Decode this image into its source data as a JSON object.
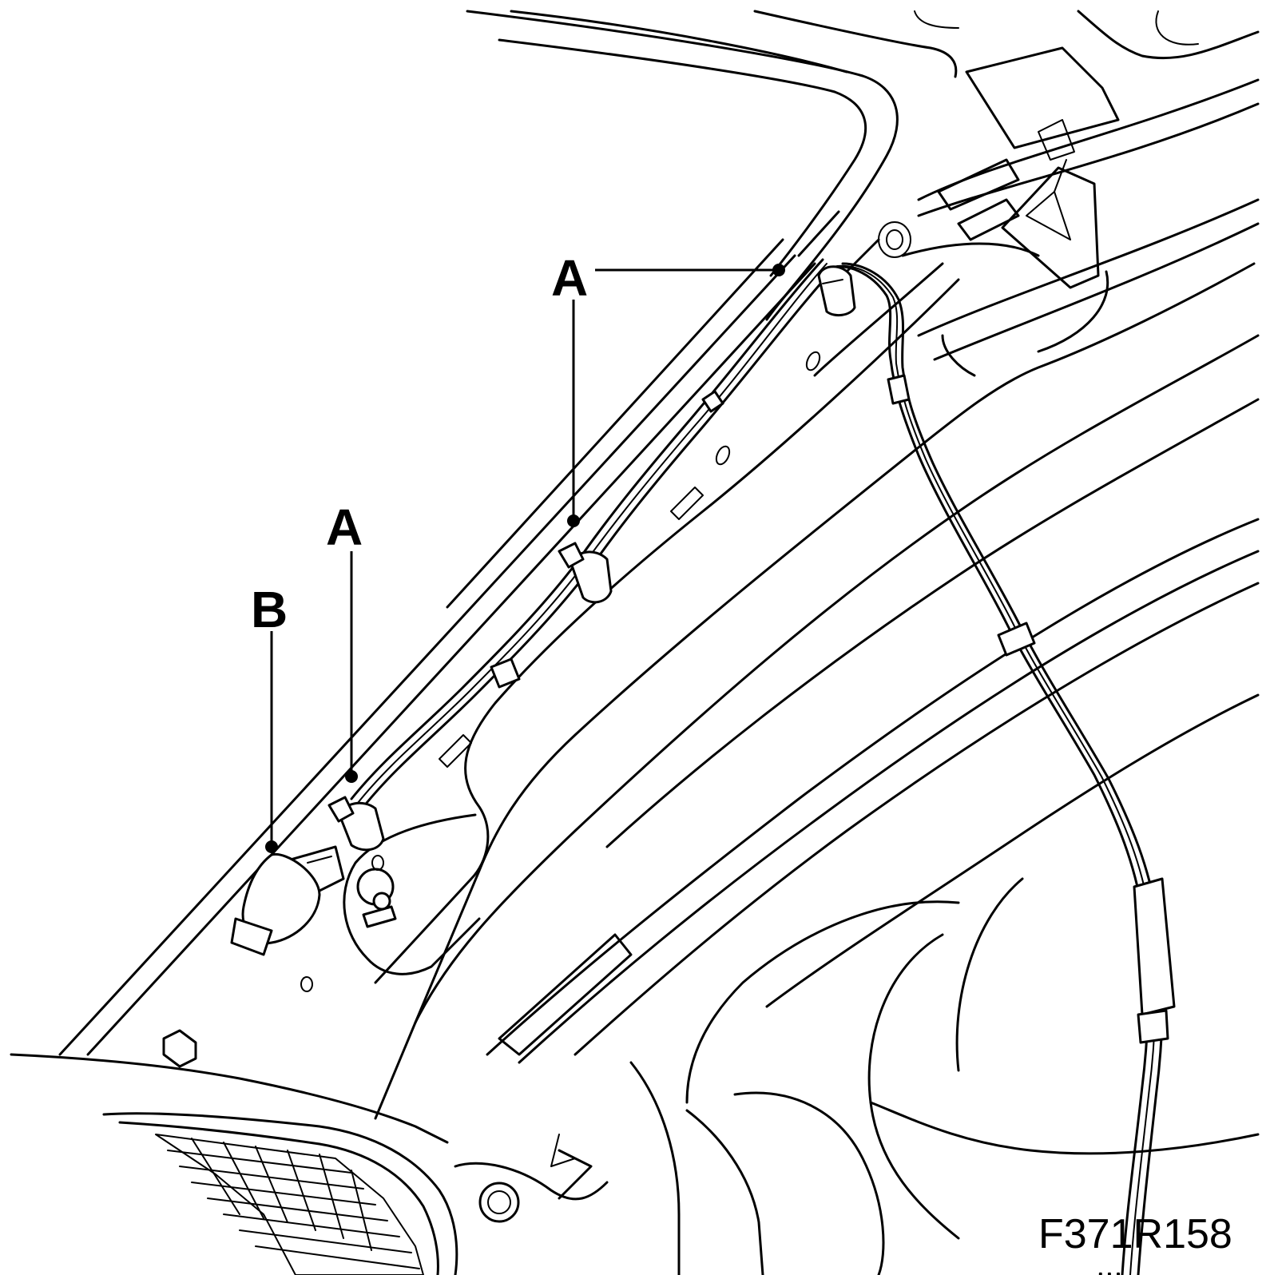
{
  "figure_id": "F371R158",
  "callouts": [
    {
      "label": "A"
    },
    {
      "label": "A"
    },
    {
      "label": "B"
    }
  ],
  "colors": {
    "line": "#000000",
    "background": "#ffffff"
  }
}
